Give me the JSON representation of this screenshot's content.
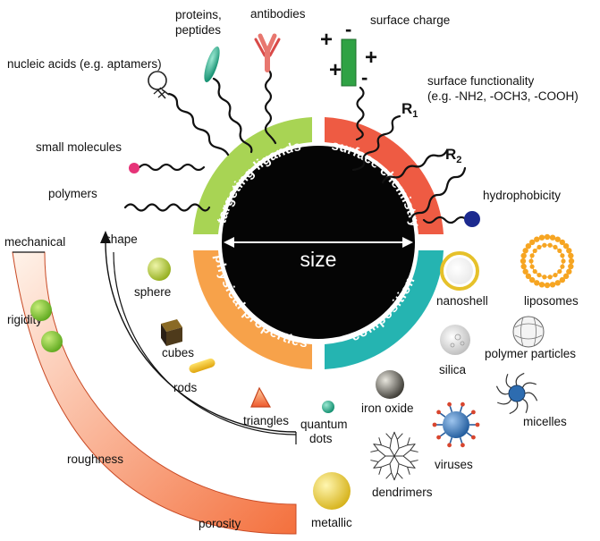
{
  "center": {
    "label": "size"
  },
  "quadrants": {
    "targeting": {
      "label": "targeting ligands",
      "color": "#a8d454"
    },
    "surface": {
      "label": "surface chemistry",
      "color": "#ee5b43"
    },
    "physical": {
      "label": "physical properties",
      "color": "#f7a24a"
    },
    "composition": {
      "label": "composition",
      "color": "#25b4b1"
    }
  },
  "ligands": {
    "proteins_line1": "proteins,",
    "proteins_line2": "peptides",
    "antibodies": "antibodies",
    "nucleic_acids": "nucleic acids (e.g. aptamers)",
    "small_molecules": "small molecules",
    "polymers": "polymers"
  },
  "surface": {
    "surface_charge": "surface charge",
    "charge_signs": {
      "plus": "+",
      "minus": "-"
    },
    "functionality_line1": "surface functionality",
    "functionality_line2": "(e.g. -NH2, -OCH3, -COOH)",
    "r1": "R",
    "r1_sub": "1",
    "r2": "R",
    "r2_sub": "2",
    "hydrophobicity": "hydrophobicity"
  },
  "physical": {
    "mechanical": "mechanical",
    "shape": "shape",
    "rigidity": "rigidity",
    "sphere": "sphere",
    "cubes": "cubes",
    "rods": "rods",
    "triangles": "triangles",
    "quantum_line1": "quantum",
    "quantum_line2": "dots",
    "roughness": "roughness",
    "porosity": "porosity"
  },
  "composition": {
    "nanoshell": "nanoshell",
    "liposomes": "liposomes",
    "silica": "silica",
    "polymer_particles": "polymer particles",
    "iron_oxide": "iron oxide",
    "micelles": "micelles",
    "viruses": "viruses",
    "dendrimers": "dendrimers",
    "metallic": "metallic"
  }
}
